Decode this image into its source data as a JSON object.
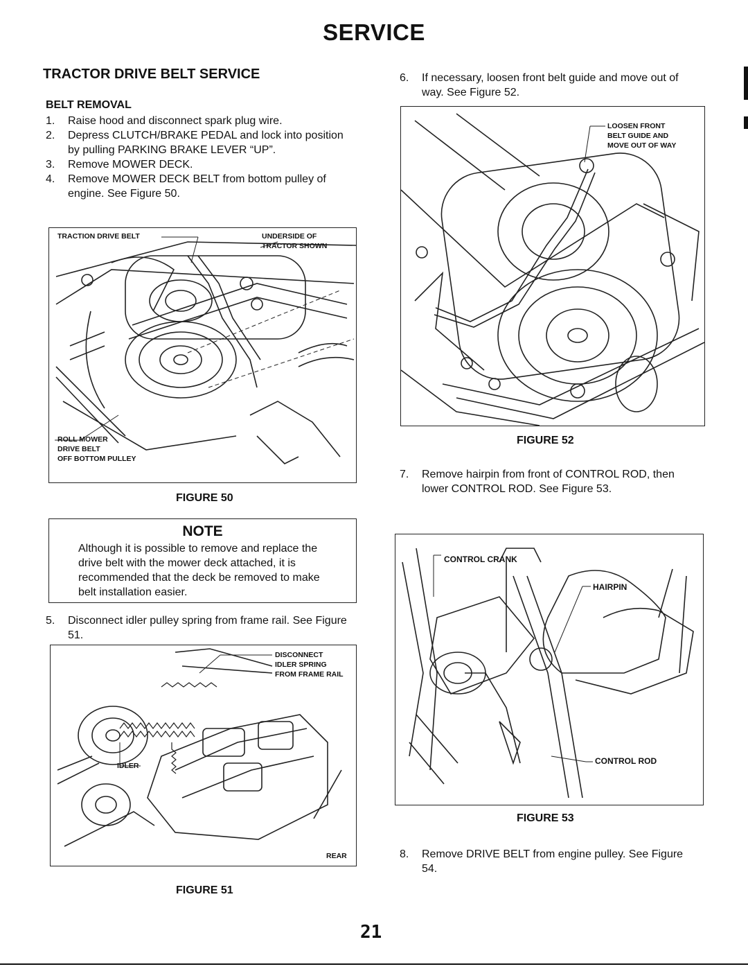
{
  "page": {
    "title": "SERVICE",
    "section_heading": "TRACTOR DRIVE BELT SERVICE",
    "sub_heading": "BELT REMOVAL",
    "page_number": "21"
  },
  "steps_left": [
    {
      "num": "1.",
      "text": "Raise hood and disconnect spark plug wire."
    },
    {
      "num": "2.",
      "text": "Depress CLUTCH/BRAKE PEDAL and lock into position by pulling PARKING BRAKE LEVER “UP”."
    },
    {
      "num": "3.",
      "text": "Remove MOWER DECK."
    },
    {
      "num": "4.",
      "text": "Remove MOWER DECK BELT from bottom pulley of engine. See Figure 50."
    }
  ],
  "step_5": {
    "num": "5.",
    "text": "Disconnect idler pulley spring from frame rail. See Figure 51."
  },
  "steps_right": [
    {
      "num": "6.",
      "text": "If necessary, loosen front belt guide and move out of way. See Figure 52."
    },
    {
      "num": "7.",
      "text": "Remove hairpin from front of CONTROL ROD, then lower CONTROL ROD. See Figure 53."
    },
    {
      "num": "8.",
      "text": "Remove DRIVE BELT from engine pulley. See Figure 54."
    }
  ],
  "note": {
    "title": "NOTE",
    "body": "Although it is possible to remove and replace the drive belt with the mower deck attached, it is recommended that the deck be removed to make belt installation easier."
  },
  "figure_50": {
    "caption": "FIGURE 50",
    "callout_traction": "TRACTION DRIVE BELT",
    "callout_underside_1": "UNDERSIDE OF",
    "callout_underside_2": "TRACTOR SHOWN",
    "callout_roll_1": "ROLL MOWER",
    "callout_roll_2": "DRIVE BELT",
    "callout_roll_3": "OFF BOTTOM PULLEY"
  },
  "figure_51": {
    "caption": "FIGURE 51",
    "callout_disconnect_1": "DISCONNECT",
    "callout_disconnect_2": "IDLER SPRING",
    "callout_disconnect_3": "FROM FRAME RAIL",
    "callout_idler": "IDLER",
    "callout_rear": "REAR"
  },
  "figure_52": {
    "caption": "FIGURE 52",
    "callout_1": "LOOSEN FRONT",
    "callout_2": "BELT GUIDE AND",
    "callout_3": "MOVE OUT OF WAY"
  },
  "figure_53": {
    "caption": "FIGURE 53",
    "callout_crank": "CONTROL CRANK",
    "callout_hairpin": "HAIRPIN",
    "callout_rod": "CONTROL ROD"
  }
}
